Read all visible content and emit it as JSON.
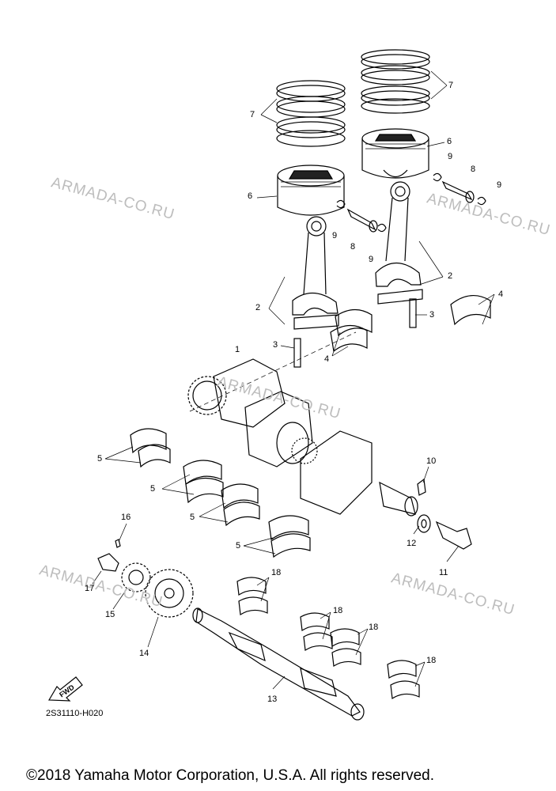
{
  "watermark": "ARMADA-CO.RU",
  "diagram_code": "2S31110-H020",
  "copyright": "©2018 Yamaha Motor Corporation, U.S.A. All rights reserved.",
  "fwd_label": "FWD",
  "callouts": {
    "c1": "1",
    "c2a": "2",
    "c2b": "2",
    "c3a": "3",
    "c3b": "3",
    "c4a": "4",
    "c4b": "4",
    "c5a": "5",
    "c5b": "5",
    "c5c": "5",
    "c5d": "5",
    "c6a": "6",
    "c6b": "6",
    "c7a": "7",
    "c7b": "7",
    "c8a": "8",
    "c8b": "8",
    "c9a": "9",
    "c9b": "9",
    "c9c": "9",
    "c9d": "9",
    "c10": "10",
    "c11": "11",
    "c12": "12",
    "c13": "13",
    "c14": "14",
    "c15": "15",
    "c16": "16",
    "c17": "17",
    "c18a": "18",
    "c18b": "18",
    "c18c": "18",
    "c18d": "18"
  }
}
